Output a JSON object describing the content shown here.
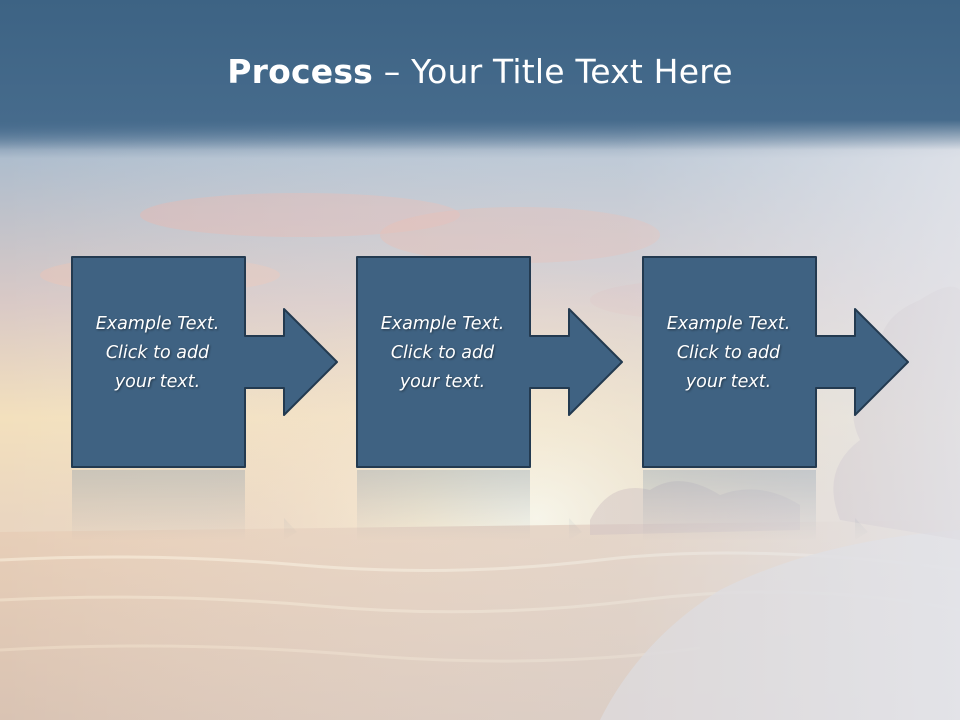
{
  "slide": {
    "title_bold": "Process",
    "title_rest": " – Your Title Text Here"
  },
  "steps": [
    {
      "text": "Example Text.\nClick  to add\nyour text."
    },
    {
      "text": "Example Text.\nClick  to add\nyour text."
    },
    {
      "text": "Example Text.\nClick  to add\nyour text."
    }
  ],
  "colors": {
    "box_fill": "#3f6282",
    "box_stroke": "#233a50",
    "title_bar": "#3d6384"
  }
}
